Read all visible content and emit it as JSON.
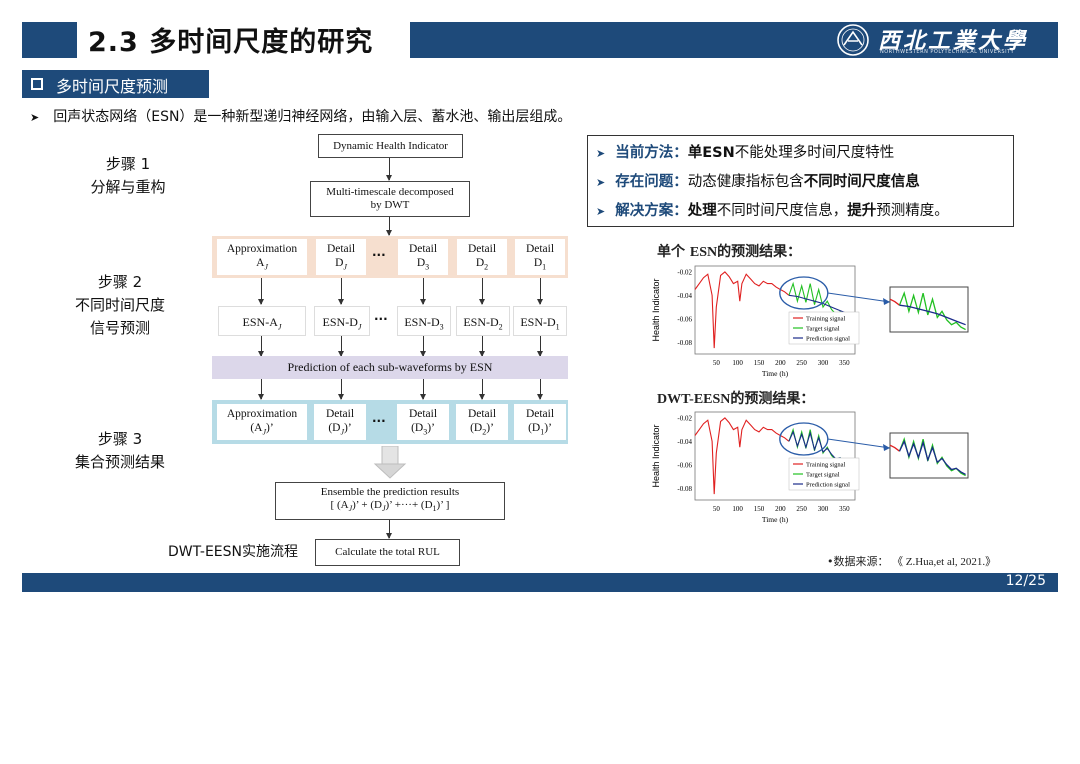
{
  "header": {
    "title": "2.3 多时间尺度的研究",
    "logo_text": "西北工業大學",
    "logo_sub": "NORTHWESTERN POLYTECHNICAL UNIVERSITY"
  },
  "section": {
    "title": "多时间尺度预测"
  },
  "intro": "回声状态网络（ESN）是一种新型递归神经网络，由输入层、蓄水池、输出层组成。",
  "steps": {
    "s1": {
      "label": "步骤 1",
      "desc": "分解与重构"
    },
    "s2": {
      "label": "步骤 2",
      "desc1": "不同时间尺度",
      "desc2": "信号预测"
    },
    "s3": {
      "label": "步骤 3",
      "desc": "集合预测结果"
    },
    "flow_label": "DWT-EESN实施流程"
  },
  "flow": {
    "dhi": "Dynamic Health Indicator",
    "decomp_1": "Multi-timescale decomposed",
    "decomp_2": "by DWT",
    "decomposed": [
      {
        "top": "Approximation",
        "bot": "A",
        "sub": "J"
      },
      {
        "top": "Detail",
        "bot": "D",
        "sub": "J"
      },
      {
        "top": "Detail",
        "bot": "D",
        "sub": "3"
      },
      {
        "top": "Detail",
        "bot": "D",
        "sub": "2"
      },
      {
        "top": "Detail",
        "bot": "D",
        "sub": "1"
      }
    ],
    "esn": [
      "ESN-A",
      "ESN-D",
      "ESN-D",
      "ESN-D",
      "ESN-D"
    ],
    "esn_sub": [
      "J",
      "J",
      "3",
      "2",
      "1"
    ],
    "prediction_bar": "Prediction of each sub-waveforms by ESN",
    "predicted": [
      {
        "top": "Approximation",
        "bot": "(A",
        "sub": "J",
        "end": ")’"
      },
      {
        "top": "Detail",
        "bot": "(D",
        "sub": "J",
        "end": ")’"
      },
      {
        "top": "Detail",
        "bot": "(D",
        "sub": "3",
        "end": ")’"
      },
      {
        "top": "Detail",
        "bot": "(D",
        "sub": "2",
        "end": ")’"
      },
      {
        "top": "Detail",
        "bot": "(D",
        "sub": "1",
        "end": ")’"
      }
    ],
    "dots": "···",
    "ensemble_1": "Ensemble the prediction results",
    "ensemble_2": "[ (A",
    "ensemble_2_sub": "J",
    "ensemble_3": ")’ + (D",
    "ensemble_3_sub": "J",
    "ensemble_4": ")’ +···+ (D",
    "ensemble_4_sub": "1",
    "ensemble_5": ")’ ]",
    "rul": "Calculate the total RUL"
  },
  "callout": {
    "l1_key": "当前方法：",
    "l1_b": "单ESN",
    "l1_rest": "不能处理多时间尺度特性",
    "l2_key": "存在问题：",
    "l2_rest": "动态健康指标包含",
    "l2_b": "不同时间尺度信息",
    "l3_key": "解决方案：",
    "l3_b1": "处理",
    "l3_mid": "不同时间尺度信息，",
    "l3_b2": "提升",
    "l3_end": "预测精度。"
  },
  "chart_titles": {
    "c1_pre": "单个 ",
    "c1_esn": "ESN",
    "c1_post": "的预测结果：",
    "c2_esn": "DWT-EESN",
    "c2_post": "的预测结果："
  },
  "chart_data": [
    {
      "type": "line",
      "ylabel": "Health Indicator",
      "xlabel": "Time (h)",
      "x_ticks": [
        50,
        100,
        150,
        200,
        250,
        300,
        350
      ],
      "y_ticks": [
        -0.02,
        -0.04,
        -0.06,
        -0.08
      ],
      "xlim": [
        0,
        375
      ],
      "ylim": [
        -0.09,
        -0.015
      ],
      "legend": [
        "Training signal",
        "Target signal",
        "Prediction signal"
      ],
      "series": [
        {
          "name": "Training signal",
          "color": "#e02020",
          "x": [
            0,
            10,
            20,
            30,
            40,
            45,
            50,
            60,
            70,
            80,
            90,
            100,
            105,
            110,
            120,
            130,
            140,
            150,
            160,
            170,
            180,
            190,
            200,
            210,
            220
          ],
          "y": [
            -0.035,
            -0.03,
            -0.025,
            -0.022,
            -0.04,
            -0.085,
            -0.05,
            -0.023,
            -0.02,
            -0.024,
            -0.03,
            -0.028,
            -0.045,
            -0.03,
            -0.022,
            -0.026,
            -0.03,
            -0.032,
            -0.028,
            -0.03,
            -0.03,
            -0.033,
            -0.035,
            -0.037,
            -0.04
          ]
        },
        {
          "name": "Target signal",
          "color": "#22c022",
          "x": [
            220,
            230,
            240,
            250,
            260,
            270,
            280,
            290,
            300,
            310,
            320,
            330,
            340,
            350,
            360
          ],
          "y": [
            -0.04,
            -0.03,
            -0.045,
            -0.032,
            -0.046,
            -0.03,
            -0.048,
            -0.035,
            -0.05,
            -0.045,
            -0.052,
            -0.056,
            -0.054,
            -0.058,
            -0.06
          ]
        },
        {
          "name": "Prediction signal",
          "color": "#1a2a8a",
          "x": [
            220,
            240,
            260,
            280,
            300,
            320,
            340,
            360
          ],
          "y": [
            -0.04,
            -0.041,
            -0.043,
            -0.045,
            -0.047,
            -0.05,
            -0.053,
            -0.056
          ]
        }
      ]
    },
    {
      "type": "line",
      "ylabel": "Health Indicator",
      "xlabel": "Time (h)",
      "x_ticks": [
        50,
        100,
        150,
        200,
        250,
        300,
        350
      ],
      "y_ticks": [
        -0.02,
        -0.04,
        -0.06,
        -0.08
      ],
      "xlim": [
        0,
        375
      ],
      "ylim": [
        -0.09,
        -0.015
      ],
      "legend": [
        "Training signal",
        "Target signal",
        "Prediction signal"
      ],
      "series": [
        {
          "name": "Training signal",
          "color": "#e02020",
          "x": [
            0,
            10,
            20,
            30,
            40,
            45,
            50,
            60,
            70,
            80,
            90,
            100,
            105,
            110,
            120,
            130,
            140,
            150,
            160,
            170,
            180,
            190,
            200,
            210,
            220
          ],
          "y": [
            -0.035,
            -0.03,
            -0.025,
            -0.022,
            -0.04,
            -0.085,
            -0.05,
            -0.023,
            -0.02,
            -0.024,
            -0.03,
            -0.028,
            -0.045,
            -0.03,
            -0.022,
            -0.026,
            -0.03,
            -0.032,
            -0.028,
            -0.03,
            -0.03,
            -0.033,
            -0.035,
            -0.037,
            -0.04
          ]
        },
        {
          "name": "Target signal",
          "color": "#22c022",
          "x": [
            220,
            230,
            240,
            250,
            260,
            270,
            280,
            290,
            300,
            310,
            320,
            330,
            340,
            350,
            360
          ],
          "y": [
            -0.04,
            -0.03,
            -0.045,
            -0.032,
            -0.046,
            -0.03,
            -0.048,
            -0.035,
            -0.05,
            -0.045,
            -0.052,
            -0.056,
            -0.054,
            -0.058,
            -0.06
          ]
        },
        {
          "name": "Prediction signal",
          "color": "#1a2a8a",
          "x": [
            220,
            230,
            240,
            250,
            260,
            270,
            280,
            290,
            300,
            310,
            320,
            330,
            340,
            350,
            360
          ],
          "y": [
            -0.04,
            -0.032,
            -0.044,
            -0.034,
            -0.045,
            -0.033,
            -0.047,
            -0.037,
            -0.049,
            -0.046,
            -0.051,
            -0.055,
            -0.054,
            -0.057,
            -0.059
          ]
        }
      ]
    }
  ],
  "source": {
    "pre": "•数据来源：",
    "ref": "《 Z.Hua,et al, 2021.》"
  },
  "footer": {
    "page": "12/25"
  },
  "colors": {
    "primary": "#1e4a7a",
    "band_orange": "#f6dfcf",
    "band_purple": "#dcd7ea",
    "band_blue": "#b6dbe6"
  }
}
